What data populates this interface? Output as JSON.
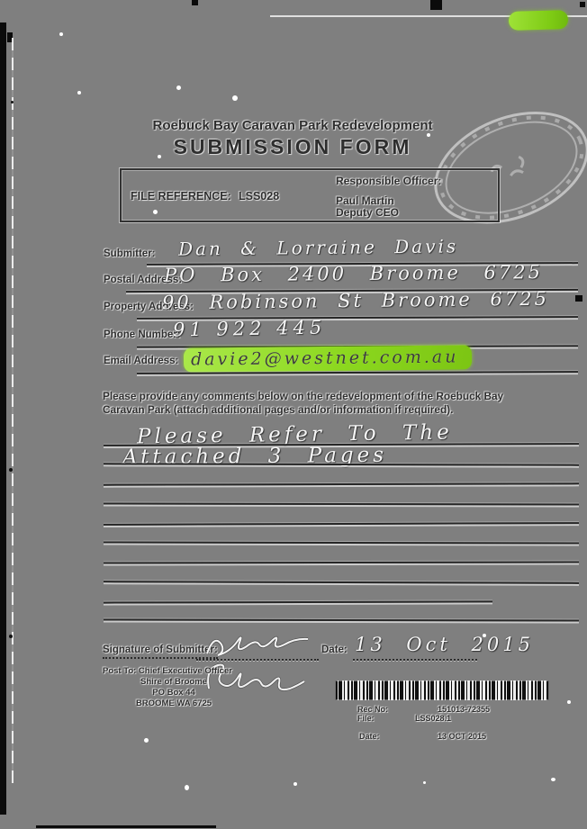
{
  "colors": {
    "paper": "#7f7f7f",
    "ink": "#2e2e2e",
    "handwriting": "#f6f6f6",
    "highlight_green": "#8cd81f"
  },
  "header": {
    "title_line1": "Roebuck Bay Caravan Park Redevelopment",
    "title_line2": "SUBMISSION FORM"
  },
  "reference_box": {
    "file_reference_label": "FILE REFERENCE:",
    "file_reference_value": "LSS028",
    "responsible_officer_label": "Responsible Officer:",
    "responsible_officer_name": "Paul Martin",
    "responsible_officer_title": "Deputy CEO"
  },
  "fields": [
    {
      "label": "Submitter:",
      "value": "Dan & Lorraine Davis"
    },
    {
      "label": "Postal Address:",
      "value": "PO Box 2400 Broome 6725"
    },
    {
      "label": "Property Address:",
      "value": "90 Robinson St Broome 6725"
    },
    {
      "label": "Phone Number:",
      "value": "91 922 445"
    },
    {
      "label": "Email Address:",
      "value": "davie2@westnet.com.au"
    }
  ],
  "comments": {
    "instruction": "Please provide any comments below on the redevelopment of the Roebuck Bay Caravan Park (attach additional pages and/or information if required).",
    "handwritten_line1": "Please Refer To The",
    "handwritten_line2": "Attached 3 Pages"
  },
  "signature_section": {
    "signature_label": "Signature of Submitter:",
    "date_label": "Date:",
    "date_value": "13 Oct 2015"
  },
  "post_to": {
    "line1": "Post To: Chief Executive Officer",
    "line2": "Shire of Broome",
    "line3": "PO Box 44",
    "line4": "BROOME WA 6725"
  },
  "records_stamp": {
    "rec_no_label": "Rec No:",
    "rec_no_value": "151013-72355",
    "file_label": "File:",
    "file_value": "LSS028.1",
    "date_label": "Date:",
    "date_value": "13 OCT 2015"
  }
}
